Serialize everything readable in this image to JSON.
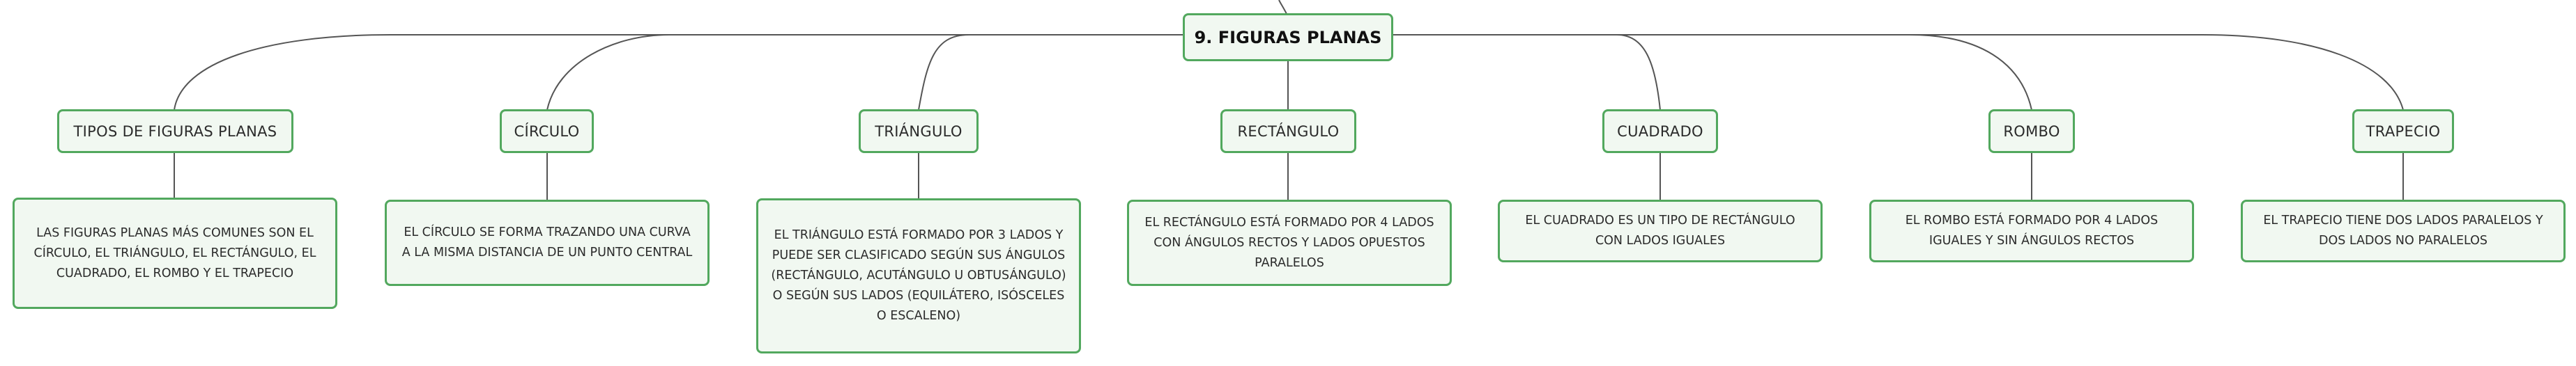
{
  "colors": {
    "border": "#52a85e",
    "fill": "#f1f8f1",
    "edge": "#555555"
  },
  "root": {
    "label": "9. FIGURAS PLANAS"
  },
  "branches": [
    {
      "title": "TIPOS DE FIGURAS PLANAS",
      "description": "LAS FIGURAS PLANAS MÁS COMUNES SON EL CÍRCULO, EL TRIÁNGULO, EL RECTÁNGULO, EL CUADRADO, EL ROMBO Y EL TRAPECIO"
    },
    {
      "title": "CÍRCULO",
      "description": "EL CÍRCULO SE FORMA TRAZANDO UNA CURVA A LA MISMA DISTANCIA DE UN PUNTO CENTRAL"
    },
    {
      "title": "TRIÁNGULO",
      "description": "EL TRIÁNGULO ESTÁ FORMADO POR 3 LADOS Y PUEDE SER CLASIFICADO SEGÚN SUS ÁNGULOS (RECTÁNGULO, ACUTÁNGULO U OBTUSÁNGULO) O SEGÚN SUS LADOS (EQUILÁTERO, ISÓSCELES O ESCALENO)"
    },
    {
      "title": "RECTÁNGULO",
      "description": "EL RECTÁNGULO ESTÁ FORMADO POR 4 LADOS CON ÁNGULOS RECTOS Y LADOS OPUESTOS PARALELOS"
    },
    {
      "title": "CUADRADO",
      "description": "EL CUADRADO ES UN TIPO DE RECTÁNGULO CON LADOS IGUALES"
    },
    {
      "title": "ROMBO",
      "description": "EL ROMBO ESTÁ FORMADO POR 4 LADOS IGUALES Y SIN ÁNGULOS RECTOS"
    },
    {
      "title": "TRAPECIO",
      "description": "EL TRAPECIO TIENE DOS LADOS PARALELOS Y DOS LADOS NO PARALELOS"
    }
  ]
}
